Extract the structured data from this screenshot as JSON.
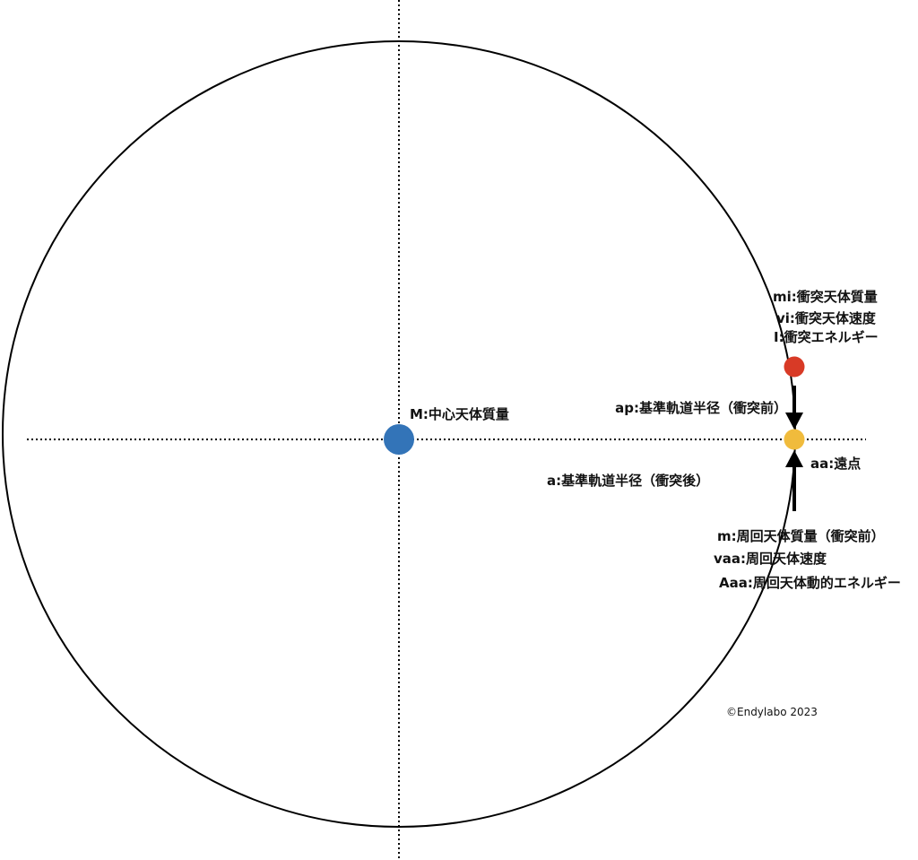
{
  "labels": {
    "central_mass": "M:中心天体質量",
    "impactor_mass": "mi:衝突天体質量",
    "impactor_velocity": "vi:衝突天体速度",
    "impact_energy": "I:衝突エネルギー",
    "ref_radius_before": "ap:基準軌道半径（衝突前）",
    "apoapsis": "aa:遠点",
    "ref_radius_after": "a:基準軌道半径（衝突後）",
    "orbiter_mass": "m:周回天体質量（衝突前）",
    "orbiter_velocity": "vaa:周回天体速度",
    "orbiter_energy": "Aaa:周回天体動的エネルギー"
  },
  "copyright": "©Endylabo 2023",
  "colors": {
    "central_body": "#3374b8",
    "impactor": "#d83a26",
    "orbiter": "#f0bb3c",
    "line": "#000000"
  }
}
